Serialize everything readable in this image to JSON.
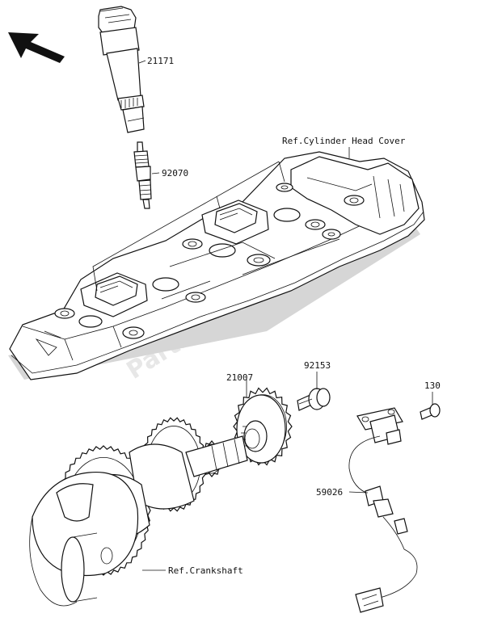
{
  "watermark": "Partsrepublik",
  "callouts": {
    "ignition_coil": "21171",
    "spark_plug": "92070",
    "cylinder_head_cover_ref": "Ref.Cylinder Head Cover",
    "bolt_92153": "92153",
    "timing_rotor": "21007",
    "bolt_130": "130",
    "crankshaft_sensor": "59026",
    "crankshaft_ref": "Ref.Crankshaft"
  },
  "icons": {
    "direction_arrow": "arrow-up-left-icon"
  }
}
